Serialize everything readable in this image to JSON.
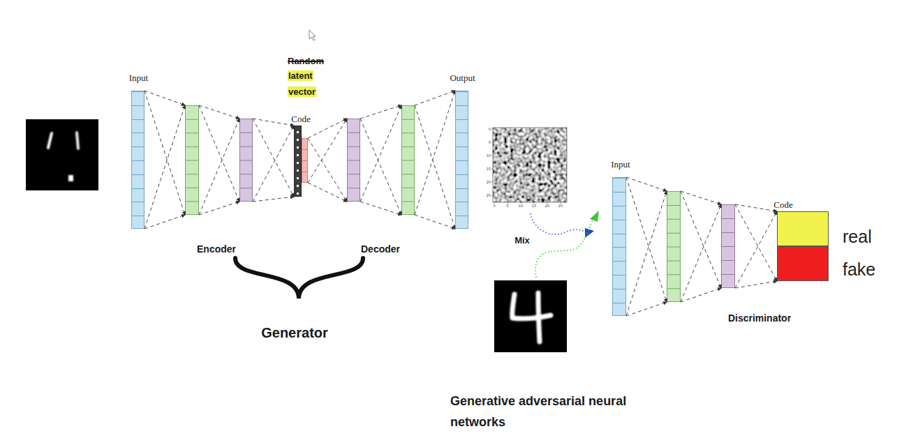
{
  "diagram": {
    "caption": "Generative adversarial neural networks",
    "nodes": [
      {
        "text": [
          "Input"
        ]
      },
      {
        "text": [
          "Code"
        ]
      },
      {
        "text": [
          "Output"
        ]
      },
      {
        "text": [
          "Input"
        ]
      },
      {
        "text": [
          "real"
        ]
      },
      {
        "text": [
          "fake"
        ]
      }
    ],
    "labels": [
      "Random",
      "latent",
      "vector",
      "Encoder",
      "Decoder",
      "Generator",
      "0",
      "5",
      "10",
      "15",
      "20",
      "25",
      "0",
      "5",
      "10",
      "15",
      "20",
      "25",
      "Mix",
      "Code",
      "Discriminator"
    ]
  }
}
